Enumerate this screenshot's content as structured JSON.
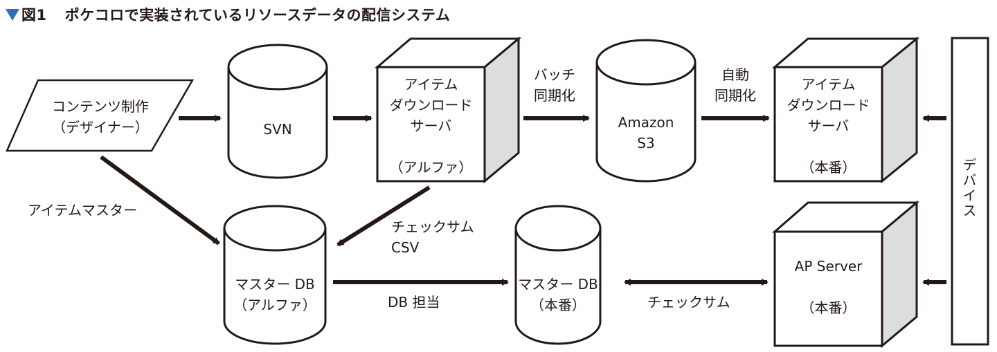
{
  "figure": {
    "marker_color": "#2f6fb8",
    "number": "図1",
    "title": "ポケコロで実装されているリソースデータの配信システム"
  },
  "nodes": {
    "content_creation": {
      "shape": "parallelogram",
      "lines": [
        "コンテンツ制作",
        "（デザイナー）"
      ]
    },
    "svn": {
      "shape": "cylinder",
      "lines": [
        "SVN"
      ]
    },
    "item_dl_alpha": {
      "shape": "cube",
      "lines": [
        "アイテム",
        "ダウンロード",
        "サーバ",
        "",
        "（アルファ）"
      ]
    },
    "amazon_s3": {
      "shape": "cylinder",
      "lines": [
        "Amazon",
        "S3"
      ]
    },
    "item_dl_prod": {
      "shape": "cube",
      "lines": [
        "アイテム",
        "ダウンロード",
        "サーバ",
        "",
        "（本番）"
      ]
    },
    "device": {
      "shape": "rectangle",
      "label": "デバイス"
    },
    "master_db_alpha": {
      "shape": "cylinder",
      "lines": [
        "マスター DB",
        "（アルファ）"
      ]
    },
    "master_db_prod": {
      "shape": "cylinder",
      "lines": [
        "マスター DB",
        "（本番）"
      ]
    },
    "ap_server": {
      "shape": "cube",
      "lines": [
        "AP Server",
        "",
        "（本番）"
      ]
    }
  },
  "edges": [
    {
      "from": "content_creation",
      "to": "svn",
      "label": ""
    },
    {
      "from": "svn",
      "to": "item_dl_alpha",
      "label": ""
    },
    {
      "from": "item_dl_alpha",
      "to": "amazon_s3",
      "label": "バッチ\n同期化"
    },
    {
      "from": "amazon_s3",
      "to": "item_dl_prod",
      "label": "自動\n同期化"
    },
    {
      "from": "device",
      "to": "item_dl_prod",
      "label": ""
    },
    {
      "from": "content_creation",
      "to": "master_db_alpha",
      "label": "アイテムマスター"
    },
    {
      "from": "item_dl_alpha",
      "to": "master_db_alpha",
      "label": "チェックサム\nCSV"
    },
    {
      "from": "master_db_alpha",
      "to": "master_db_prod",
      "label": "DB 担当"
    },
    {
      "from": "master_db_prod",
      "to": "ap_server",
      "label": "チェックサム",
      "bidirectional": true
    },
    {
      "from": "device",
      "to": "ap_server",
      "label": ""
    }
  ],
  "edge_labels": {
    "batch_sync": [
      "バッチ",
      "同期化"
    ],
    "auto_sync": [
      "自動",
      "同期化"
    ],
    "item_master": "アイテムマスター",
    "checksum_csv": [
      "チェックサム",
      "CSV"
    ],
    "db_owner": "DB 担当",
    "checksum": "チェックサム"
  }
}
